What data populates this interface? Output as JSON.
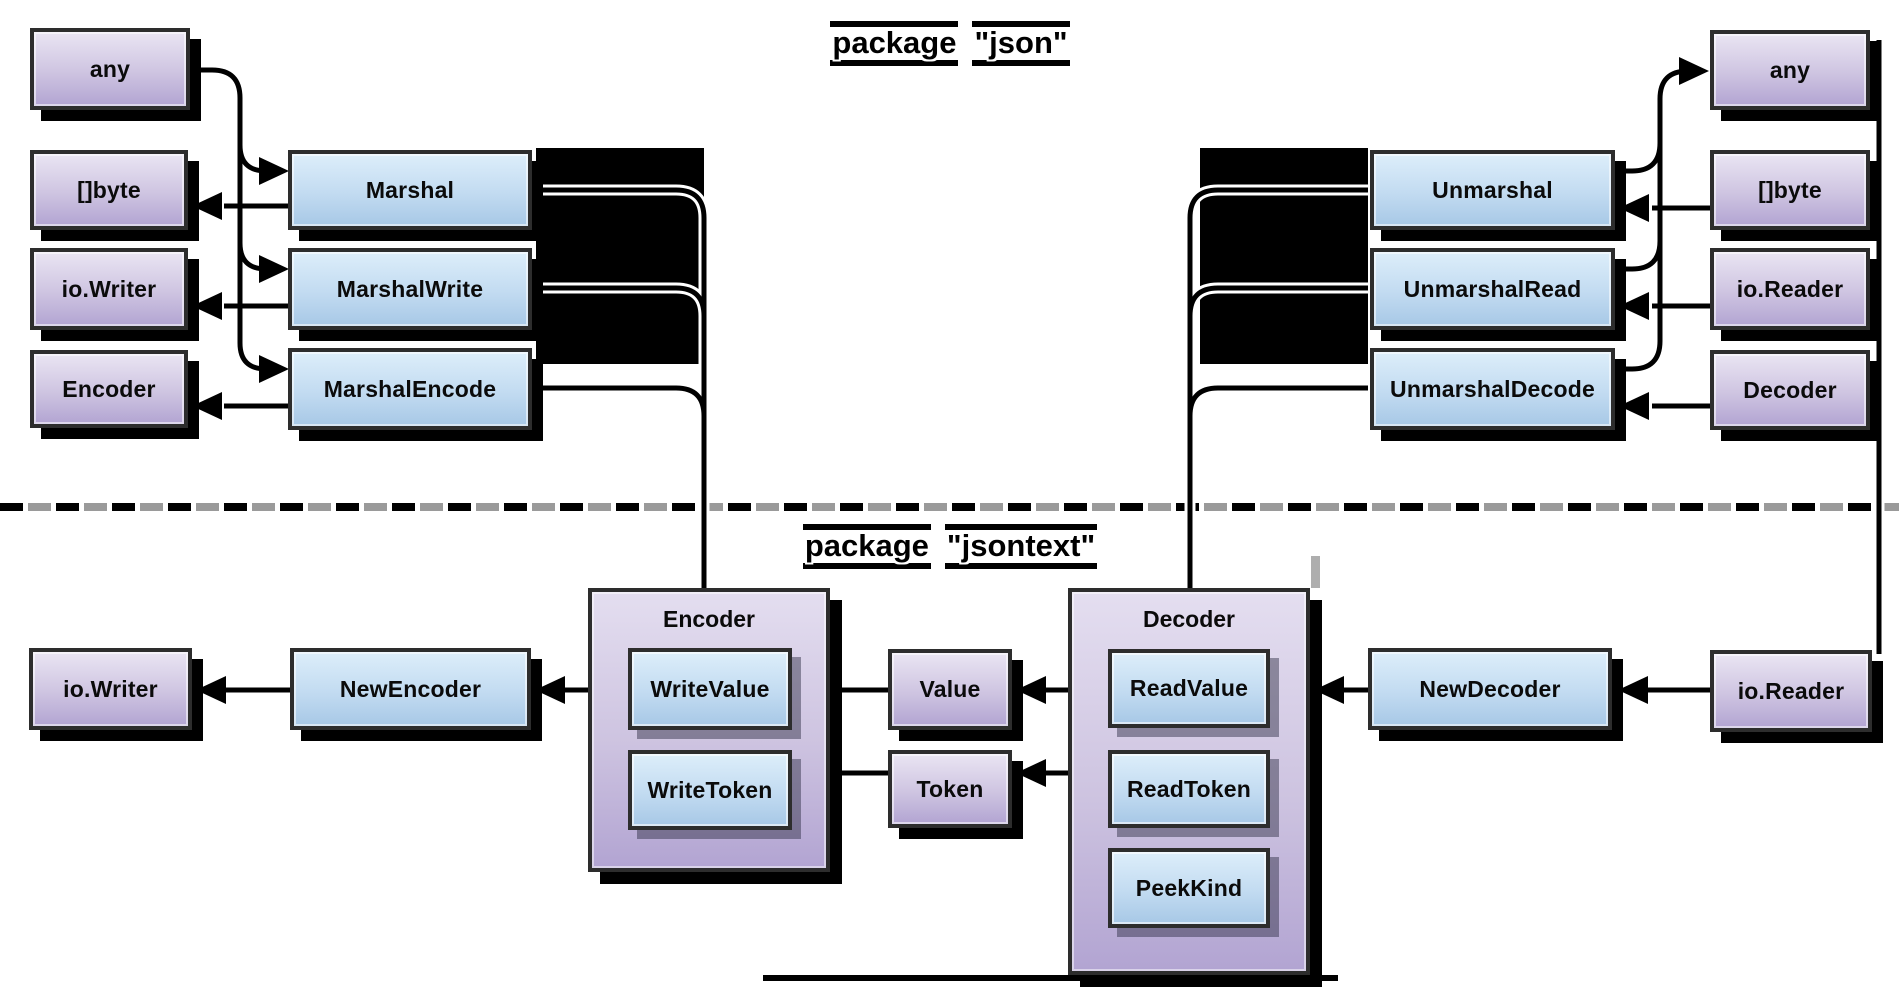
{
  "titles": {
    "json": {
      "word1": "package",
      "word2": "\"json\""
    },
    "jsontext": {
      "word1": "package",
      "word2": "\"jsontext\""
    }
  },
  "json_section": {
    "left_types": [
      "any",
      "[]byte",
      "io.Writer",
      "Encoder"
    ],
    "marshal_functions": [
      "Marshal",
      "MarshalWrite",
      "MarshalEncode"
    ],
    "unmarshal_functions": [
      "Unmarshal",
      "UnmarshalRead",
      "UnmarshalDecode"
    ],
    "right_types": [
      "any",
      "[]byte",
      "io.Reader",
      "Decoder"
    ]
  },
  "jsontext_section": {
    "io_writer": "io.Writer",
    "new_encoder": "NewEncoder",
    "encoder": {
      "title": "Encoder",
      "methods": [
        "WriteValue",
        "WriteToken"
      ]
    },
    "value": "Value",
    "token": "Token",
    "decoder": {
      "title": "Decoder",
      "methods": [
        "ReadValue",
        "ReadToken",
        "PeekKind"
      ]
    },
    "new_decoder": "NewDecoder",
    "io_reader": "io.Reader"
  },
  "colors": {
    "purple_top": "#eae5f3",
    "purple_bottom": "#b2a4d2",
    "blue_top": "#ddeefa",
    "blue_bottom": "#a7c8e6",
    "border": "#2d2d2d",
    "shadow": "#000000",
    "dash_gray": "#9a9a9a",
    "background": "#ffffff"
  }
}
